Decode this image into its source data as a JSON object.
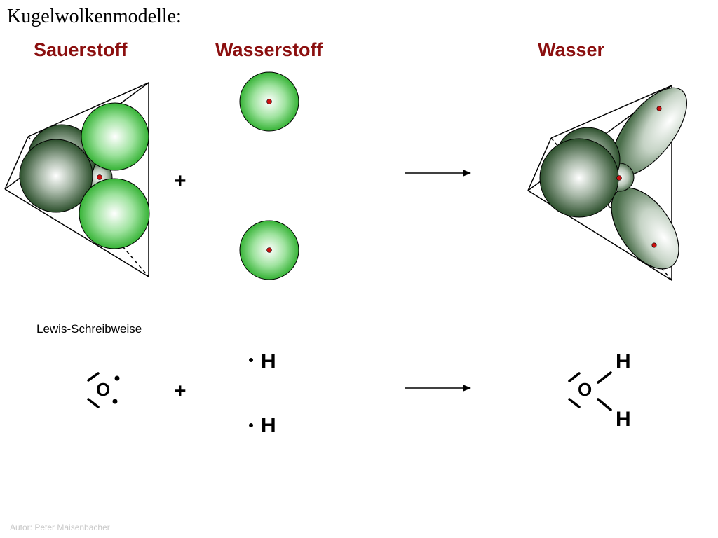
{
  "title": "Kugelwolkenmodelle:",
  "headings": {
    "oxygen": "Sauerstoff",
    "hydrogen": "Wasserstoff",
    "water": "Wasser"
  },
  "plus_sign": "+",
  "lewis": {
    "label": "Lewis-Schreibweise",
    "oxygen_symbol": "O",
    "hydrogen_symbol": "H"
  },
  "footer": "Autor: Peter Maisenbacher",
  "colors": {
    "heading": "#8b0f0f",
    "light_green": "#3fbf3f",
    "dark_green": "#2f5a2f",
    "nucleus": "#cc1111"
  }
}
